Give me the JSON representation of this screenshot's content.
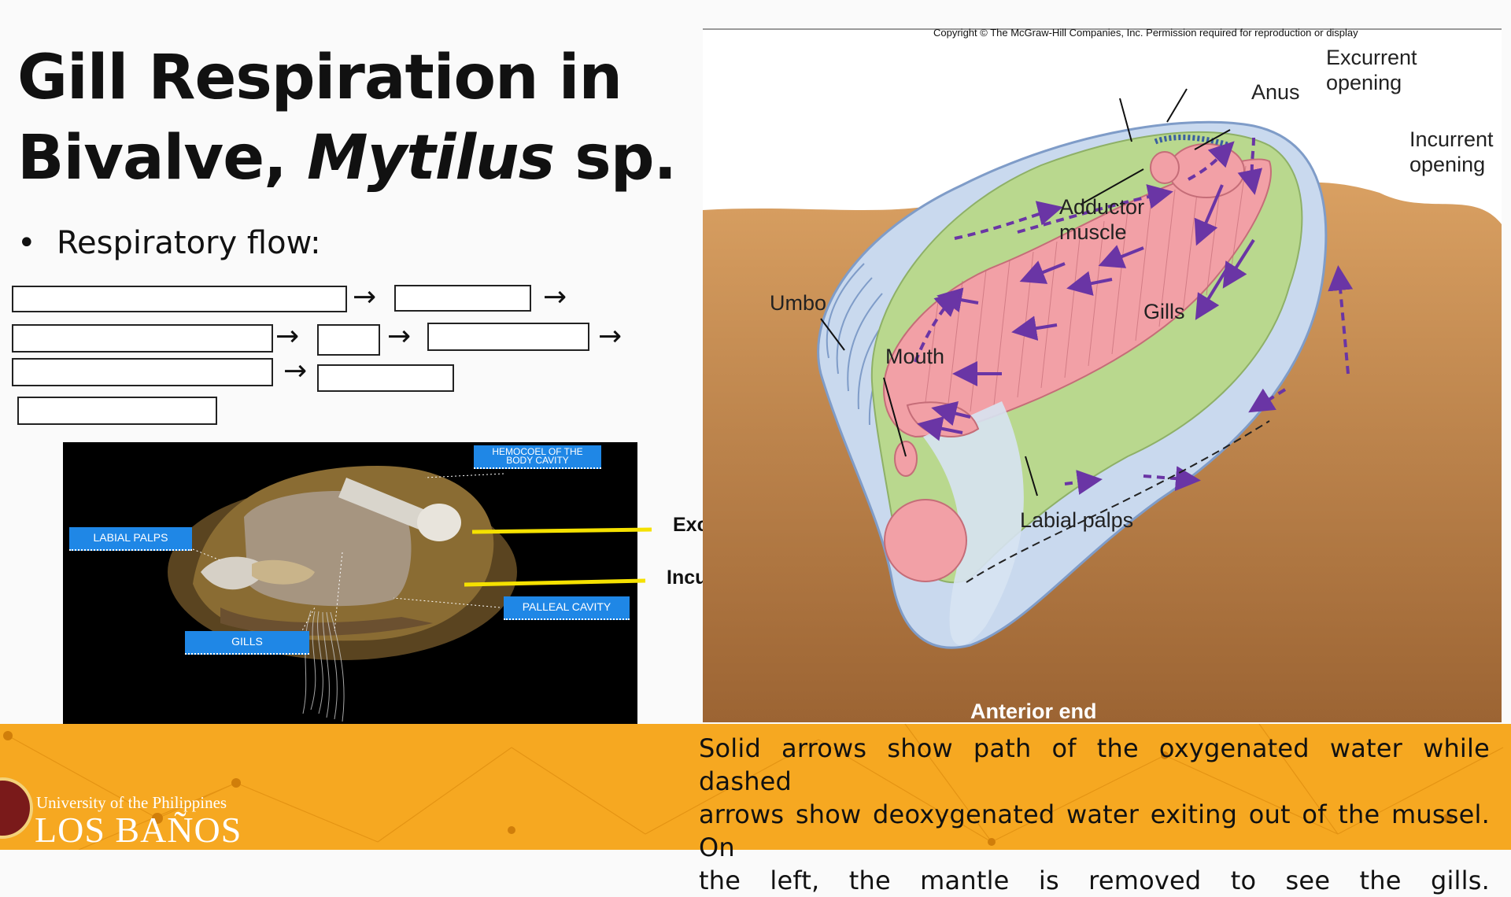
{
  "slide": {
    "title_line1": "Gill Respiration in",
    "title_line2_plain": "Bivalve, ",
    "title_line2_italic": "Mytilus",
    "title_line2_end": " sp.",
    "bullet_marker": "•",
    "bullet_text": "Respiratory flow:",
    "arrow_glyph": "→"
  },
  "photo": {
    "tags": {
      "hemocoel": "HEMOCOEL OF THE BODY CAVITY",
      "labial_palps": "LABIAL PALPS",
      "palleal_cavity": "PALLEAL CAVITY",
      "gills": "GILLS"
    },
    "excurrent_label": "Excurrent siphon",
    "incurrent_label": "Incurrent siphon"
  },
  "diagram": {
    "copyright": "Copyright © The McGraw-Hill Companies, Inc. Permission required for reproduction or display",
    "labels": {
      "excurrent_1": "Excurrent",
      "excurrent_2": "opening",
      "anus": "Anus",
      "incurrent_1": "Incurrent",
      "incurrent_2": "opening",
      "adductor_1": "Adductor",
      "adductor_2": "muscle",
      "umbo": "Umbo",
      "gills": "Gills",
      "mouth": "Mouth",
      "labial_palps": "Labial palps",
      "anterior_end": "Anterior end"
    },
    "colors": {
      "sediment": "#c98a4e",
      "mantle_green": "#b9d88e",
      "gill_pink": "#f2a0a6",
      "shell_blue": "#c9d9ee",
      "flow_arrow": "#6a35a5"
    }
  },
  "footer": {
    "caption_line1": "Solid arrows show path of the oxygenated water while dashed",
    "caption_line2": "arrows show deoxygenated water exiting out of the mussel. On",
    "caption_line3": "the left, the mantle is removed to see the gills.",
    "university_small": "University of the Philippines",
    "university_big": "LOS BAÑOS",
    "accent_color": "#f6a821"
  }
}
